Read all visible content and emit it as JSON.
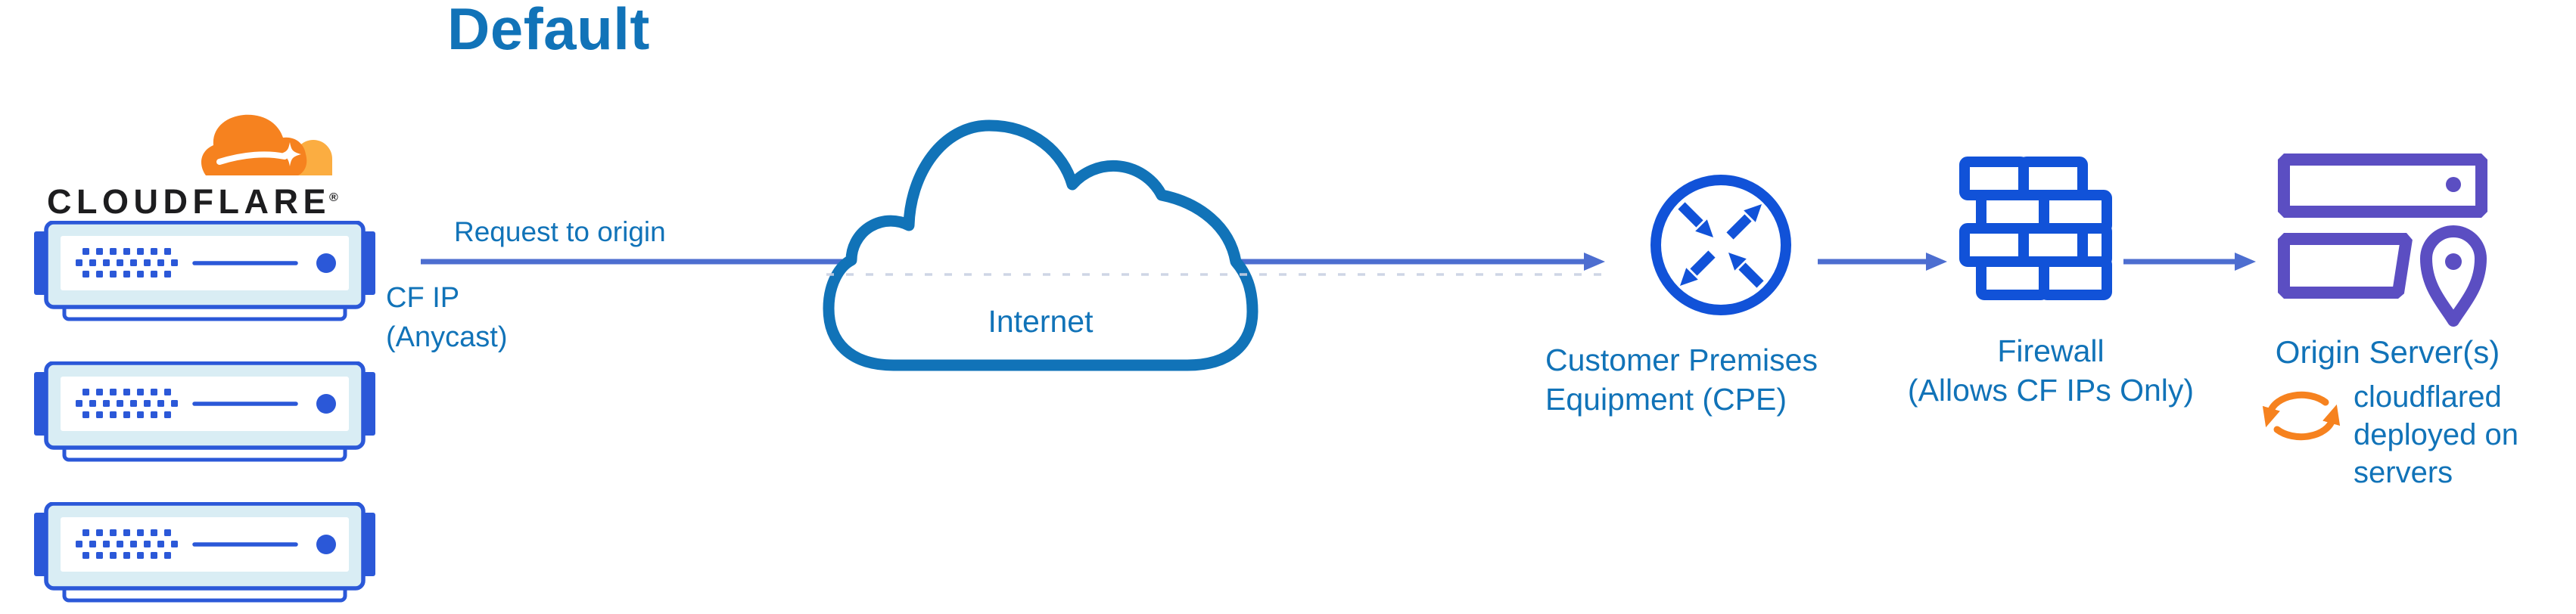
{
  "diagram": {
    "title": "Default",
    "logo": {
      "wordmark": "CLOUDFLARE",
      "registered_mark": "®"
    },
    "request_label": "Request to origin",
    "cf_ip": {
      "line1": "CF IP",
      "line2": "(Anycast)"
    },
    "internet": {
      "label": "Internet"
    },
    "cpe": {
      "line1": "Customer Premises",
      "line2": "Equipment (CPE)"
    },
    "firewall": {
      "line1": "Firewall",
      "line2": "(Allows CF IPs Only)"
    },
    "origin": {
      "label": "Origin Server(s)"
    },
    "cloudflared": {
      "line1": "cloudflared",
      "line2": "deployed on",
      "line3": "servers"
    },
    "icons": {
      "cloudflare_logo": "cloudflare-cloud-logo",
      "edge_servers": "cloudflare-server-stack (3 rack servers)",
      "internet": "cloud-outline-icon",
      "cpe": "router-circle-arrows-icon",
      "firewall": "brick-wall-icon",
      "origin": "stacked-servers-with-location-pin-icon",
      "cloudflared": "sync-cycle-arrows-icon",
      "flow": "right-arrow-connectors"
    },
    "colors": {
      "label_blue": "#1173b8",
      "icon_blue": "#1152d8",
      "server_blue": "#2b58d8",
      "server_fill": "#d9edf4",
      "arrow_blue": "#4d6ed0",
      "cloud_outline": "#1173b8",
      "purple": "#5b4ec2",
      "orange": "#f6821f",
      "orange_light": "#fbad41",
      "wordmark_dark": "#1d1d1f",
      "artifact_gray": "#c9d0e2"
    }
  }
}
